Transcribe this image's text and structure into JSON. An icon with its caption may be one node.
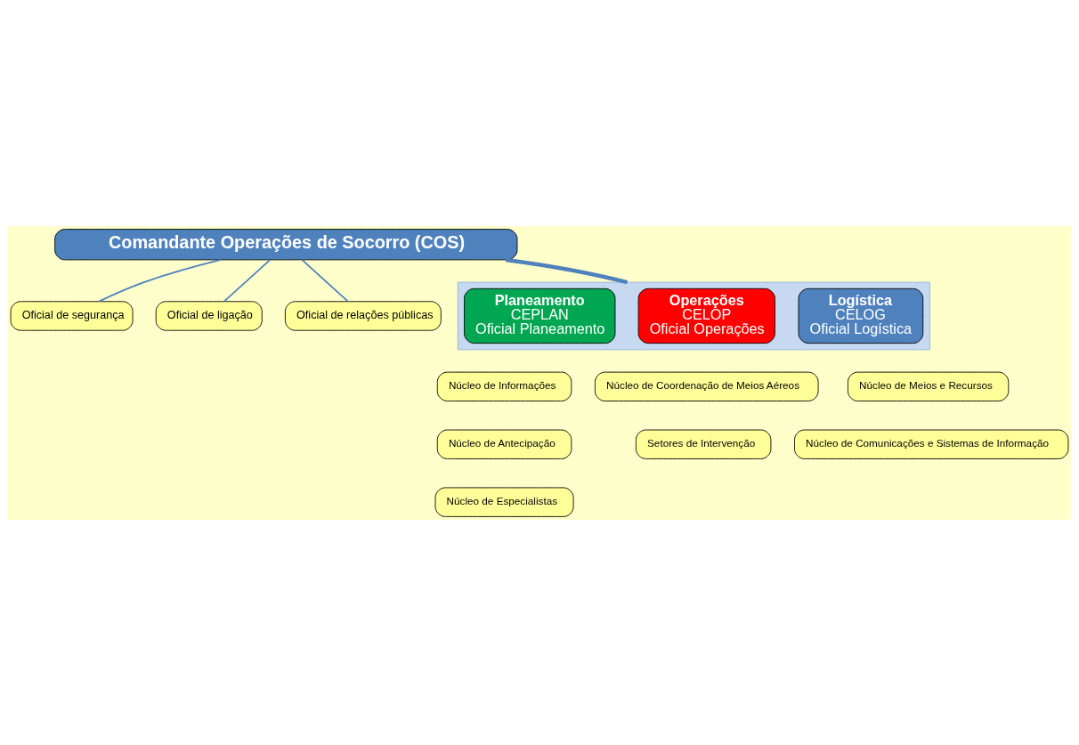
{
  "diagram": {
    "nodes": [
      {
        "text": [
          "Comandante Operações de Socorro (COS)"
        ]
      },
      {
        "text": [
          "Oficial de segurança"
        ]
      },
      {
        "text": [
          "Oficial de ligação"
        ]
      },
      {
        "text": [
          "Oficial de relações públicas"
        ]
      },
      {
        "text": [],
        "shape": "box"
      },
      {
        "text": [
          "Planeamento",
          "CEPLAN",
          "Oficial Planeamento"
        ],
        "in": 4
      },
      {
        "text": [
          "Operações",
          "CELOP",
          "Oficial Operações"
        ],
        "in": 4
      },
      {
        "text": [
          "Logística",
          "CELOG",
          "Oficial Logística"
        ],
        "in": 4
      },
      {
        "text": [
          "Núcleo de Informações"
        ]
      },
      {
        "text": [
          "Núcleo de Antecipação"
        ]
      },
      {
        "text": [
          "Núcleo de Especialistas"
        ]
      },
      {
        "text": [
          "Núcleo de Coordenação de Meios Aéreos"
        ]
      },
      {
        "text": [
          "Setores de Intervenção"
        ]
      },
      {
        "text": [
          "Núcleo de Meios e Recursos"
        ]
      },
      {
        "text": [
          "Núcleo de Comunicações e Sistemas de Informação"
        ]
      }
    ],
    "edges": [
      {
        "from": 0,
        "to": 1,
        "arrow": "none"
      },
      {
        "from": 0,
        "to": 2,
        "arrow": "none"
      },
      {
        "from": 0,
        "to": 3,
        "arrow": "none"
      },
      {
        "from": 0,
        "to": 4,
        "arrow": "none",
        "style": "thick"
      }
    ]
  }
}
